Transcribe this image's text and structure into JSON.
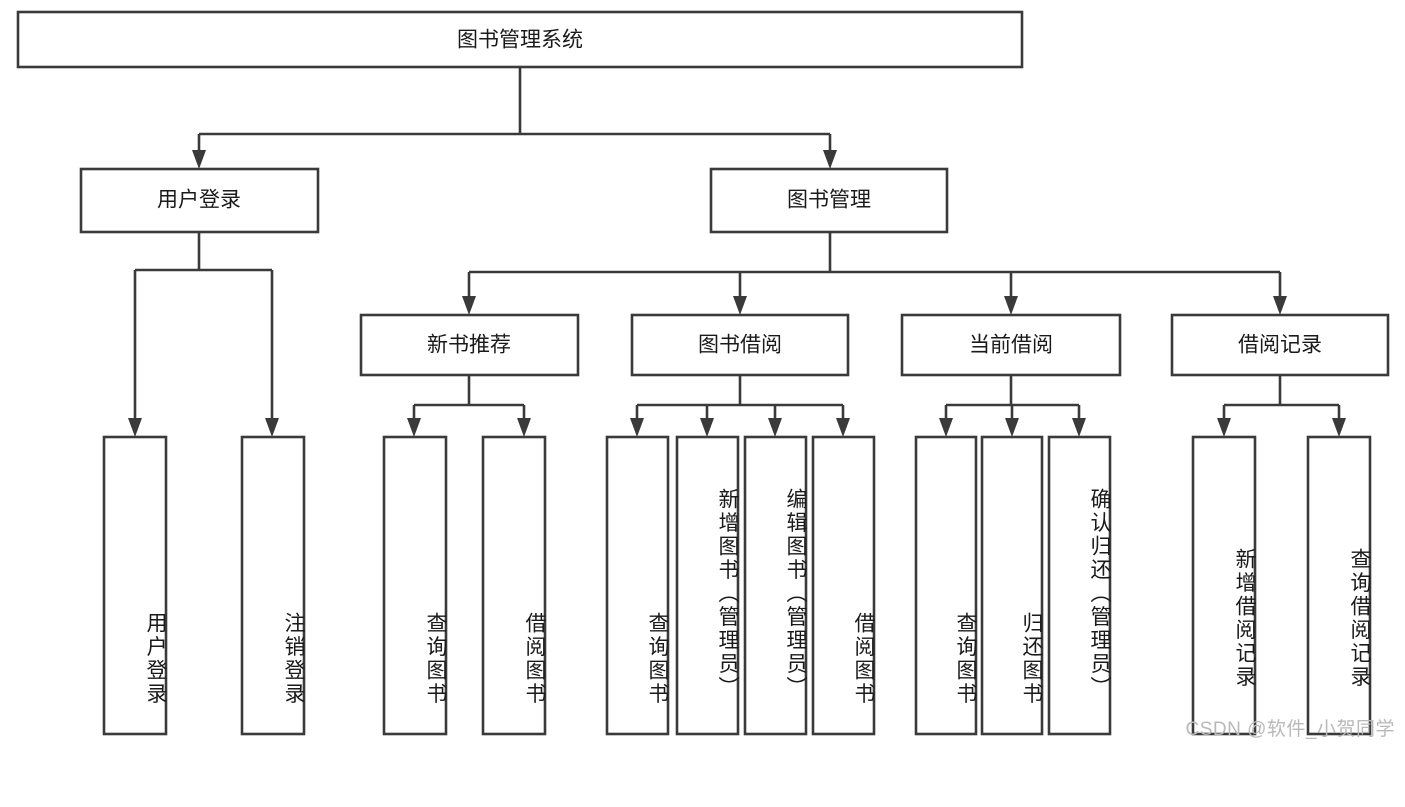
{
  "diagram": {
    "type": "tree",
    "title": "图书管理系统",
    "watermark": "CSDN @软件_小贺同学",
    "colors": {
      "box_stroke": "#3a3a3a",
      "box_fill": "#ffffff",
      "text": "#1a1a1a",
      "background": "#ffffff",
      "watermark": "#b9b9b9"
    },
    "levels": {
      "root": {
        "label": "图书管理系统"
      },
      "level2": [
        {
          "label": "用户登录"
        },
        {
          "label": "图书管理"
        }
      ],
      "level3": [
        {
          "label": "新书推荐"
        },
        {
          "label": "图书借阅"
        },
        {
          "label": "当前借阅"
        },
        {
          "label": "借阅记录"
        }
      ]
    },
    "leaves": {
      "user_login": [
        {
          "label": "用户登录"
        },
        {
          "label": "注销登录"
        }
      ],
      "new_book_recommend": [
        {
          "label": "查询图书"
        },
        {
          "label": "借阅图书"
        }
      ],
      "book_borrow": [
        {
          "label": "查询图书"
        },
        {
          "label": "新增图书（管理员）"
        },
        {
          "label": "编辑图书（管理员）"
        },
        {
          "label": "借阅图书"
        }
      ],
      "current_borrow": [
        {
          "label": "查询图书"
        },
        {
          "label": "归还图书"
        },
        {
          "label": "确认归还（管理员）"
        }
      ],
      "borrow_record": [
        {
          "label": "新增借阅记录"
        },
        {
          "label": "查询借阅记录"
        }
      ]
    }
  }
}
